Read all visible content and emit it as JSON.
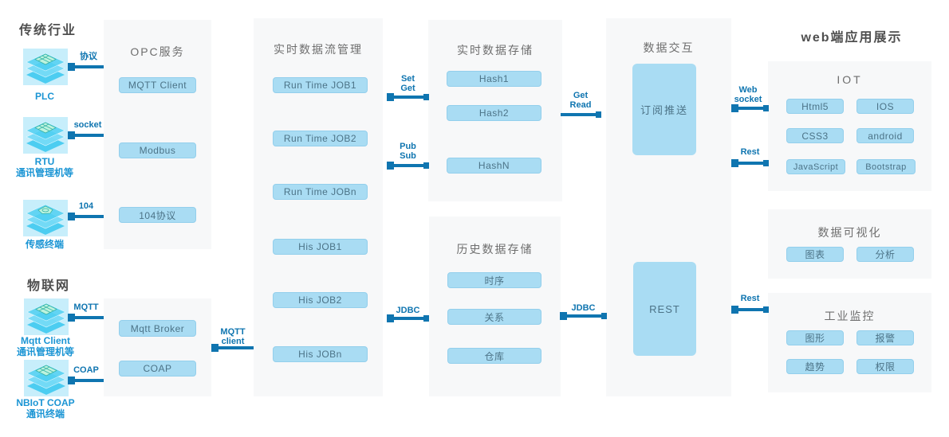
{
  "titles": {
    "legacy_industry": "传统行业",
    "iot_network": "物联网",
    "web_display": "web端应用展示"
  },
  "devices": [
    {
      "label": "PLC"
    },
    {
      "label": "RTU\n通讯管理机等"
    },
    {
      "label": "传感终端"
    },
    {
      "label": "Mqtt Client\n通讯管理机等"
    },
    {
      "label": "NBIoT COAP\n通讯终端"
    }
  ],
  "panels": {
    "opc": {
      "title": "OPC服务",
      "buttons": [
        "MQTT Client",
        "Modbus",
        "104协议"
      ]
    },
    "gateway": {
      "buttons": [
        "Mqtt  Broker",
        "COAP"
      ]
    },
    "stream": {
      "title": "实时数据流管理",
      "buttons": [
        "Run Time JOB1",
        "Run Time JOB2",
        "Run Time JOBn",
        "His JOB1",
        "His JOB2",
        "His JOBn"
      ]
    },
    "realtime_store": {
      "title": "实时数据存储",
      "buttons": [
        "Hash1",
        "Hash2",
        "HashN"
      ]
    },
    "history_store": {
      "title": "历史数据存储",
      "buttons": [
        "时序",
        "关系",
        "仓库"
      ]
    },
    "exchange": {
      "title": "数据交互",
      "boxes": [
        "订阅推送",
        "REST"
      ]
    },
    "iot": {
      "title": "IOT",
      "buttons": [
        "Html5",
        "IOS",
        "CSS3",
        "android",
        "JavaScript",
        "Bootstrap"
      ]
    },
    "visualization": {
      "title": "数据可视化",
      "buttons": [
        "图表",
        "分析"
      ]
    },
    "monitor": {
      "title": "工业监控",
      "buttons": [
        "图形",
        "报警",
        "趋势",
        "权限"
      ]
    }
  },
  "connectors": {
    "protocol": "协议",
    "socket": "socket",
    "c104": "104",
    "mqtt": "MQTT",
    "coap": "COAP",
    "mqtt_client": "MQTT\nclient",
    "set_get": "Set\nGet",
    "pub_sub": "Pub\nSub",
    "jdbc_left": "JDBC",
    "get_read": "Get\nRead",
    "jdbc_right": "JDBC",
    "web_socket": "Web\nsocket",
    "rest_top": "Rest",
    "rest_bottom": "Rest"
  },
  "colors": {
    "accent_blue": "#0f75b0",
    "device_label_blue": "#1b95d4",
    "button_fill": "#a9dcf3",
    "panel_bg": "#f7f8f9",
    "icon_cyan": "#3ec9f0"
  }
}
